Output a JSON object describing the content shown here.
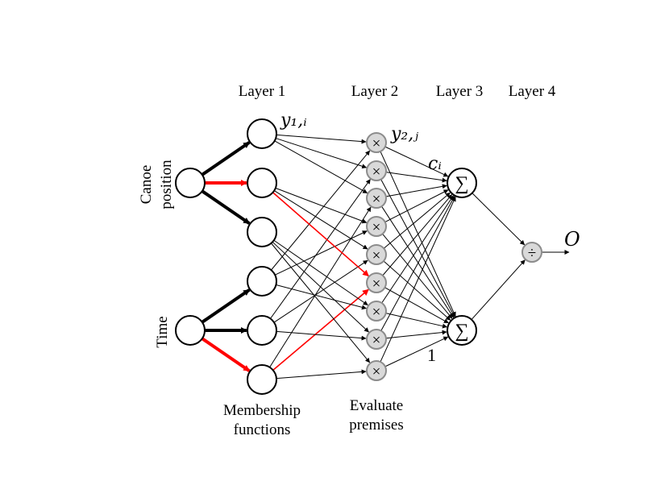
{
  "layer_labels": [
    "Layer 1",
    "Layer 2",
    "Layer 3",
    "Layer 4"
  ],
  "inputs": {
    "canoe_line1": "Canoe",
    "canoe_line2": "position",
    "time": "Time"
  },
  "annotations": {
    "y1i": "y₁,ᵢ",
    "y2j": "y₂,ⱼ",
    "ci": "cᵢ",
    "one": "1",
    "output": "O"
  },
  "symbols": {
    "product": "×",
    "sum": "∑",
    "divide": "÷"
  },
  "captions": {
    "membership_line1": "Membership",
    "membership_line2": "functions",
    "evaluate_line1": "Evaluate",
    "evaluate_line2": "premises"
  },
  "colors": {
    "highlight": "#ff0000",
    "edge": "#000000",
    "product_node_fill": "#d9d9d9"
  },
  "counts": {
    "input_nodes": 2,
    "membership_nodes": 6,
    "product_nodes": 9,
    "sum_nodes": 2,
    "divide_nodes": 1
  }
}
